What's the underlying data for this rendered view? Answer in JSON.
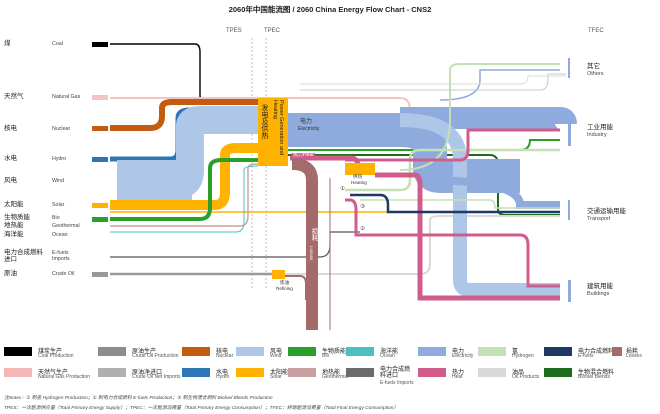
{
  "title": "2060年中国能流图 / 2060 China Energy Flow Chart - CNS2",
  "headers": {
    "tpes": "TPES",
    "tpec": "TPEC",
    "tfec": "TFEC"
  },
  "sources": [
    {
      "zh": "煤",
      "en": "Coal",
      "color": "#000000"
    },
    {
      "zh": "天然气",
      "en": "Natural Gas",
      "color": "#f2c4c4"
    },
    {
      "zh": "核电",
      "en": "Nuclear",
      "color": "#c55a11"
    },
    {
      "zh": "水电",
      "en": "Hydro",
      "color": "#2e75b6"
    },
    {
      "zh": "风电",
      "en": "Wind",
      "color": "#aec7e8"
    },
    {
      "zh": "太阳能",
      "en": "Solar",
      "color": "#ffb300"
    },
    {
      "zh": "生物质能",
      "en": "Bio",
      "color": "#2aa02a"
    },
    {
      "zh": "地热能",
      "en": "Geothermal",
      "color": "#c9a0a0"
    },
    {
      "zh": "海洋能",
      "en": "Ocean",
      "color": "#4bc0c0"
    },
    {
      "zh": "电力合成燃料进口",
      "en": "E-fuels Imports",
      "color": "#555555"
    },
    {
      "zh": "原油",
      "en": "Crude Oil",
      "color": "#999999"
    }
  ],
  "nodes": {
    "power_zh": "发电及供热",
    "power_en": "Power Generation and Heating",
    "electricity_zh": "电力",
    "electricity_en": "Electricity",
    "heat_zh": "热力",
    "heat_en": "Heat",
    "losses_zh": "损耗",
    "losses_en": "Losses",
    "heating_zh": "供热",
    "heating_en": "Heating",
    "refining_zh": "炼油",
    "refining_en": "Refining",
    "markers": [
      "①",
      "②",
      "③"
    ]
  },
  "sinks": [
    {
      "zh": "其它",
      "en": "Others"
    },
    {
      "zh": "工业用能",
      "en": "Industry"
    },
    {
      "zh": "交通运输用能",
      "en": "Transport"
    },
    {
      "zh": "建筑用能",
      "en": "Buildings"
    }
  ],
  "legend": [
    {
      "zh": "煤炭生产",
      "en": "Coal Production",
      "color": "#000000"
    },
    {
      "zh": "原油生产",
      "en": "Crude Oil Production",
      "color": "#8c8c8c"
    },
    {
      "zh": "核电",
      "en": "Nuclear",
      "color": "#c55a11"
    },
    {
      "zh": "风电",
      "en": "Wind",
      "color": "#aec7e8"
    },
    {
      "zh": "生物质能",
      "en": "Bio",
      "color": "#2aa02a"
    },
    {
      "zh": "海洋能",
      "en": "Ocean",
      "color": "#4bc0c0"
    },
    {
      "zh": "电力",
      "en": "Electricity",
      "color": "#8faadc"
    },
    {
      "zh": "氢",
      "en": "Hydrogen",
      "color": "#c5e0b4"
    },
    {
      "zh": "电力合成燃料",
      "en": "E-fuels",
      "color": "#1f3864"
    },
    {
      "zh": "损耗",
      "en": "Losses",
      "color": "#a56a6a"
    },
    {
      "zh": "天然气生产",
      "en": "Natural Gas Production",
      "color": "#f4b6b6"
    },
    {
      "zh": "原油净进口",
      "en": "Crude Oil Net Imports",
      "color": "#b0b0b0"
    },
    {
      "zh": "水电",
      "en": "Hydro",
      "color": "#2e75b6"
    },
    {
      "zh": "太阳能",
      "en": "Solar",
      "color": "#ffb300"
    },
    {
      "zh": "地热能",
      "en": "Geothermal",
      "color": "#c9a0a0"
    },
    {
      "zh": "电力合成燃料进口",
      "en": "E-fuels Imports",
      "color": "#6b6b6b"
    },
    {
      "zh": "热力",
      "en": "Heat",
      "color": "#d05c8e"
    },
    {
      "zh": "油品",
      "en": "Oil Products",
      "color": "#d9d9d9"
    },
    {
      "zh": "生物混合燃料",
      "en": "Biofuel Blends",
      "color": "#1e6b1e"
    }
  ],
  "notes": [
    "注Notes：① 制氢 Hydrogen Production；② 制电力合成燃料 E-fuels Production；③ 制生物混合燃料 Biofuel Blends Production",
    "TPES：一次能源供应量（Total Primary Energy Supply）；TPEC：一次能源消费量（Total Primary Energy Consumption）；TFEC：终端能源消费量（Total Final Energy Consumption）"
  ]
}
